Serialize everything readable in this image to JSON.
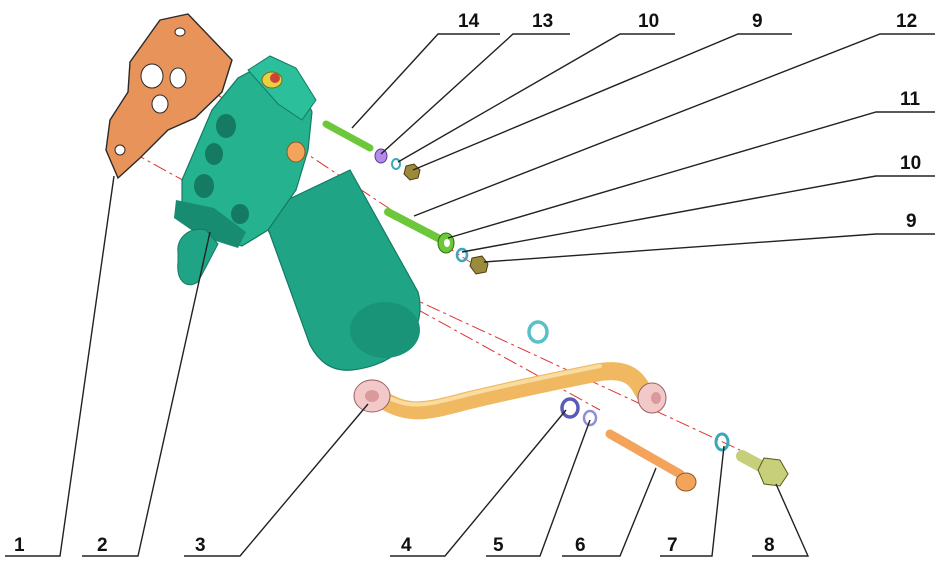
{
  "callouts": [
    {
      "id": "1",
      "label": "1"
    },
    {
      "id": "2",
      "label": "2"
    },
    {
      "id": "3",
      "label": "3"
    },
    {
      "id": "4",
      "label": "4"
    },
    {
      "id": "5",
      "label": "5"
    },
    {
      "id": "6",
      "label": "6"
    },
    {
      "id": "7",
      "label": "7"
    },
    {
      "id": "8",
      "label": "8"
    },
    {
      "id": "9a",
      "label": "9"
    },
    {
      "id": "9b",
      "label": "9"
    },
    {
      "id": "10a",
      "label": "10"
    },
    {
      "id": "10b",
      "label": "10"
    },
    {
      "id": "11",
      "label": "11"
    },
    {
      "id": "12",
      "label": "12"
    },
    {
      "id": "13",
      "label": "13"
    },
    {
      "id": "14",
      "label": "14"
    }
  ],
  "colors": {
    "gasket": "#e8935a",
    "housing": "#1fa585",
    "housing_shade": "#147a62",
    "pipe": "#f0b860",
    "pipe_end": "#f2c8c8",
    "stud": "#6cc83a",
    "washer_cyan": "#7fd0d8",
    "washer_violet": "#8f8fd8",
    "bolt": "#f4a35a",
    "banjo_bolt": "#c8cf7a",
    "nut": "#9a8a3a",
    "axis_line": "#e03030",
    "leader_line": "#222222"
  }
}
